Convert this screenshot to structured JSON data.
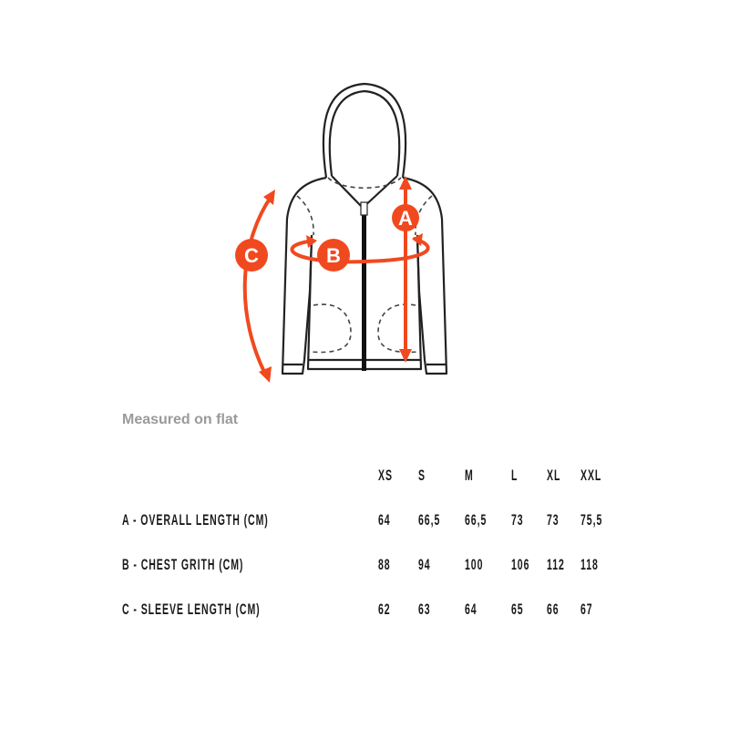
{
  "subtitle": "Measured on flat",
  "diagram": {
    "labels": [
      "A",
      "B",
      "C"
    ],
    "accent": "#f1491f"
  },
  "table": {
    "sizes": [
      "XS",
      "S",
      "M",
      "L",
      "XL",
      "XXL"
    ],
    "rows": [
      {
        "label": "A - OVERALL LENGTH (CM)",
        "values": [
          "64",
          "66,5",
          "66,5",
          "73",
          "73",
          "75,5"
        ]
      },
      {
        "label": "B - CHEST GRITH (CM)",
        "values": [
          "88",
          "94",
          "100",
          "106",
          "112",
          "118"
        ]
      },
      {
        "label": "C - SLEEVE LENGTH (CM)",
        "values": [
          "62",
          "63",
          "64",
          "65",
          "66",
          "67"
        ]
      }
    ]
  }
}
